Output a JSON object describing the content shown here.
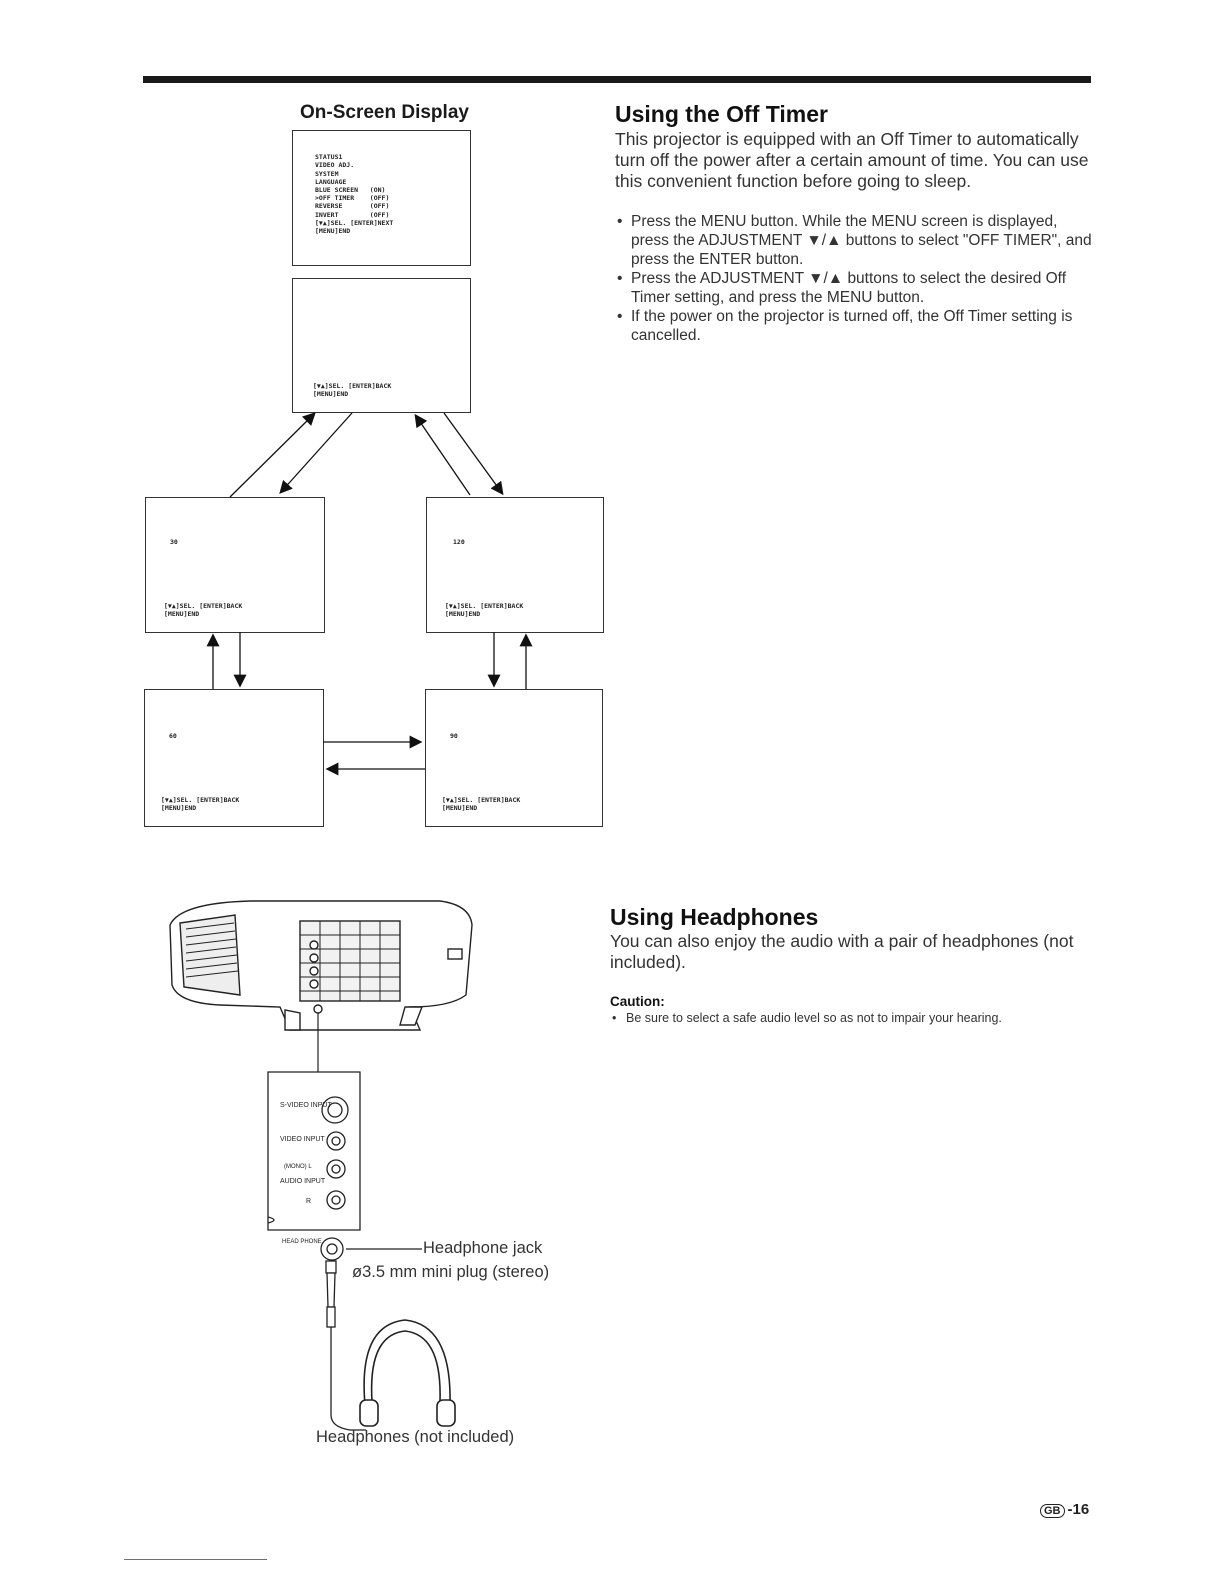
{
  "osd": {
    "title": "On-Screen Display",
    "main_menu": [
      "STATUS1",
      "VIDEO ADJ.",
      "SYSTEM",
      "LANGUAGE",
      "BLUE SCREEN   (ON)",
      ">OFF TIMER    (OFF)",
      "REVERSE       (OFF)",
      "INVERT        (OFF)",
      "[▼▲]SEL. [ENTER]NEXT",
      "[MENU]END"
    ],
    "submenu_footer": [
      "[▼▲]SEL. [ENTER]BACK",
      "[MENU]END"
    ],
    "timer_values": {
      "left_top": "30",
      "right_top": "120",
      "left_bottom": "60",
      "right_bottom": "90"
    }
  },
  "off_timer": {
    "heading": "Using the Off Timer",
    "intro": "This projector is equipped with an Off Timer to automatically turn off the power after a certain amount of time. You can use this convenient function before going to sleep.",
    "bullets": [
      "Press the MENU button. While the MENU screen is displayed, press the ADJUSTMENT ▼/▲ buttons to select \"OFF TIMER\", and press the ENTER button.",
      "Press the ADJUSTMENT ▼/▲ buttons to select the desired Off Timer setting, and press the MENU button.",
      "If the power on the projector is turned off, the Off Timer setting is cancelled."
    ]
  },
  "headphones": {
    "heading": "Using Headphones",
    "intro": "You can also enjoy the audio with a pair of headphones (not included).",
    "caution_title": "Caution:",
    "caution_text": "Be sure to select a safe audio level so as not to impair your hearing.",
    "jack_label": "Headphone jack",
    "plug_label": "ø3.5 mm mini plug (stereo)",
    "phones_label": "Headphones (not included)",
    "panel_labels": {
      "svideo": "S-VIDEO INPUT",
      "video": "VIDEO INPUT",
      "audio_mono": "(MONO) L",
      "audio": "AUDIO INPUT",
      "audio_r": "R",
      "head": "HEAD PHONE"
    }
  },
  "page": {
    "region": "GB",
    "number": "-16"
  }
}
